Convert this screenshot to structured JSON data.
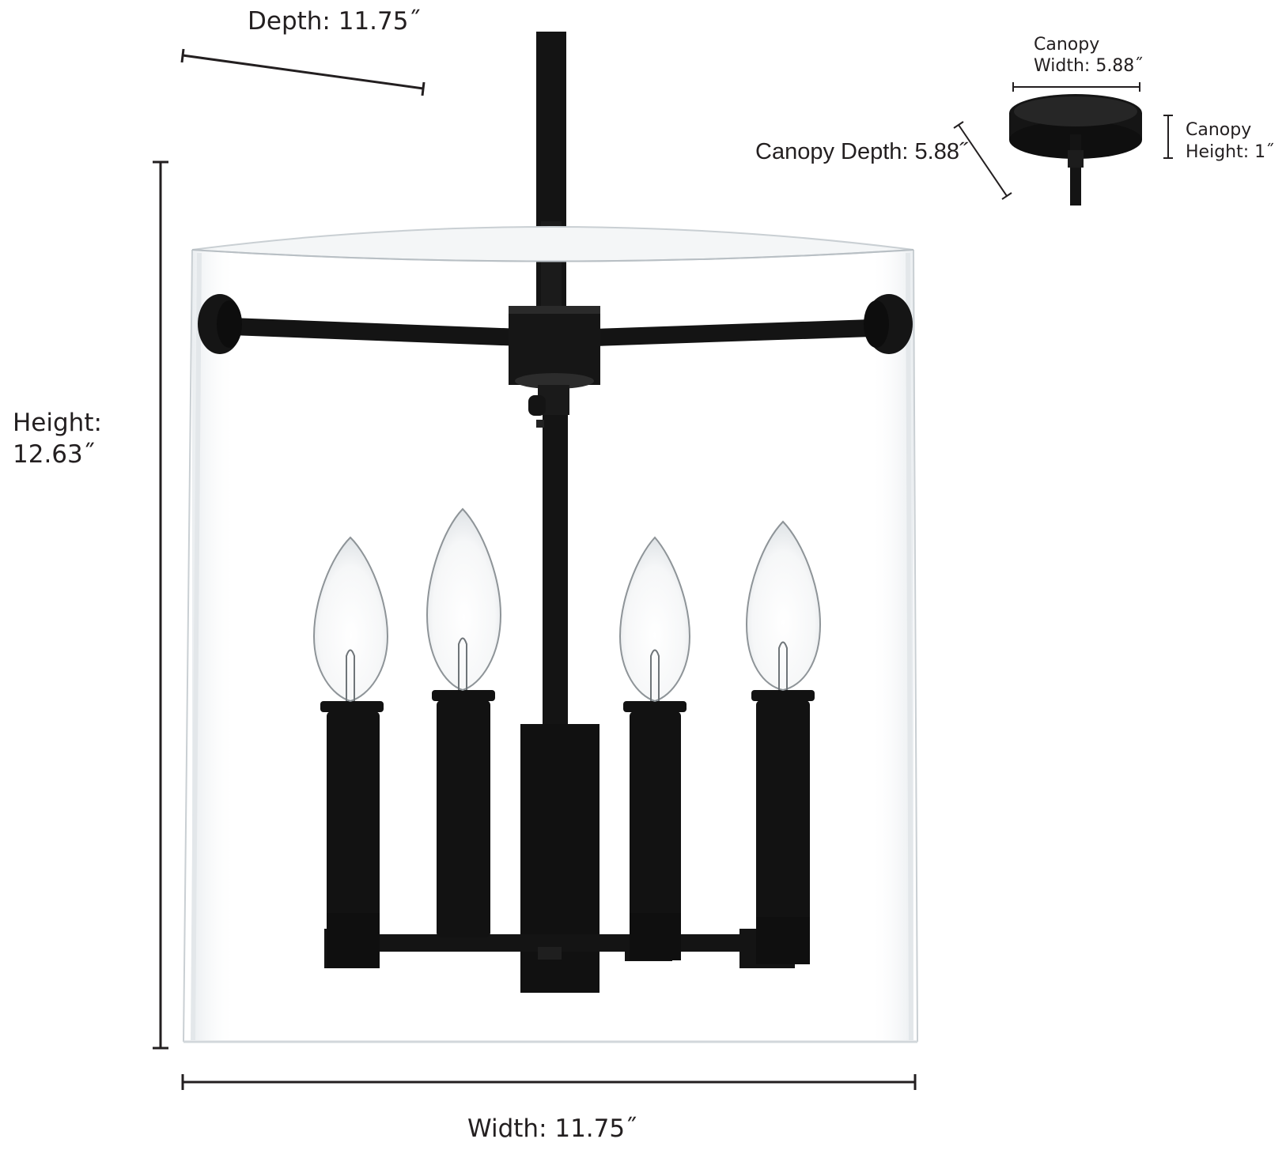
{
  "labels": {
    "depth": "Depth: 11.75˝",
    "height_line1": "Height:",
    "height_line2": "12.63˝",
    "width": "Width: 11.75˝",
    "canopy_width_line1": "Canopy",
    "canopy_width_line2": "Width: 5.88˝",
    "canopy_depth": "Canopy Depth: 5.88˝",
    "canopy_height_line1": "Canopy",
    "canopy_height_line2": "Height: 1˝"
  },
  "colors": {
    "fixture_finish": "#141414",
    "dimension_line": "#231f20",
    "glass_edge": "#c9cfd3",
    "bulb_outline": "#8e9498"
  },
  "icons": {
    "fixture": "pendant-lantern-illustration",
    "canopy": "ceiling-canopy-illustration"
  }
}
